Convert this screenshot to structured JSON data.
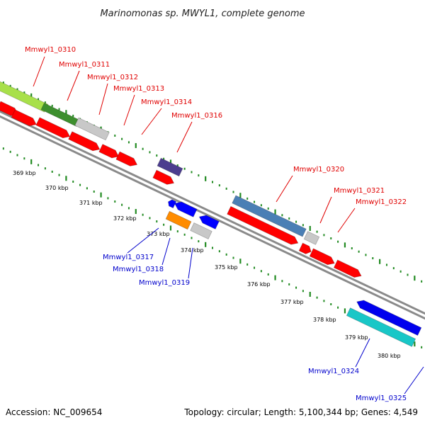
{
  "title": "Marinomonas sp. MWYL1, complete genome",
  "accession": "Accession: NC_009654",
  "summary": "Topology: circular; Length: 5,100,344 bp; Genes: 4,549",
  "colors": {
    "backbone": "#8a8a8a",
    "tick": "#228b22",
    "top_label": "#e00000",
    "bottom_label": "#0000cc"
  },
  "ruler": [
    "369 kbp",
    "370 kbp",
    "371 kbp",
    "372 kbp",
    "373 kbp",
    "374 kbp",
    "375 kbp",
    "376 kbp",
    "377 kbp",
    "378 kbp",
    "379 kbp",
    "380 kbp"
  ],
  "gene_labels": {
    "top": [
      "Mmwyl1_0310",
      "Mmwyl1_0311",
      "Mmwyl1_0312",
      "Mmwyl1_0313",
      "Mmwyl1_0314",
      "Mmwyl1_0316",
      "Mmwyl1_0320",
      "Mmwyl1_0321",
      "Mmwyl1_0322"
    ],
    "bottom": [
      "Mmwyl1_0317",
      "Mmwyl1_0318",
      "Mmwyl1_0319",
      "Mmwyl1_0324",
      "Mmwyl1_0325"
    ]
  }
}
